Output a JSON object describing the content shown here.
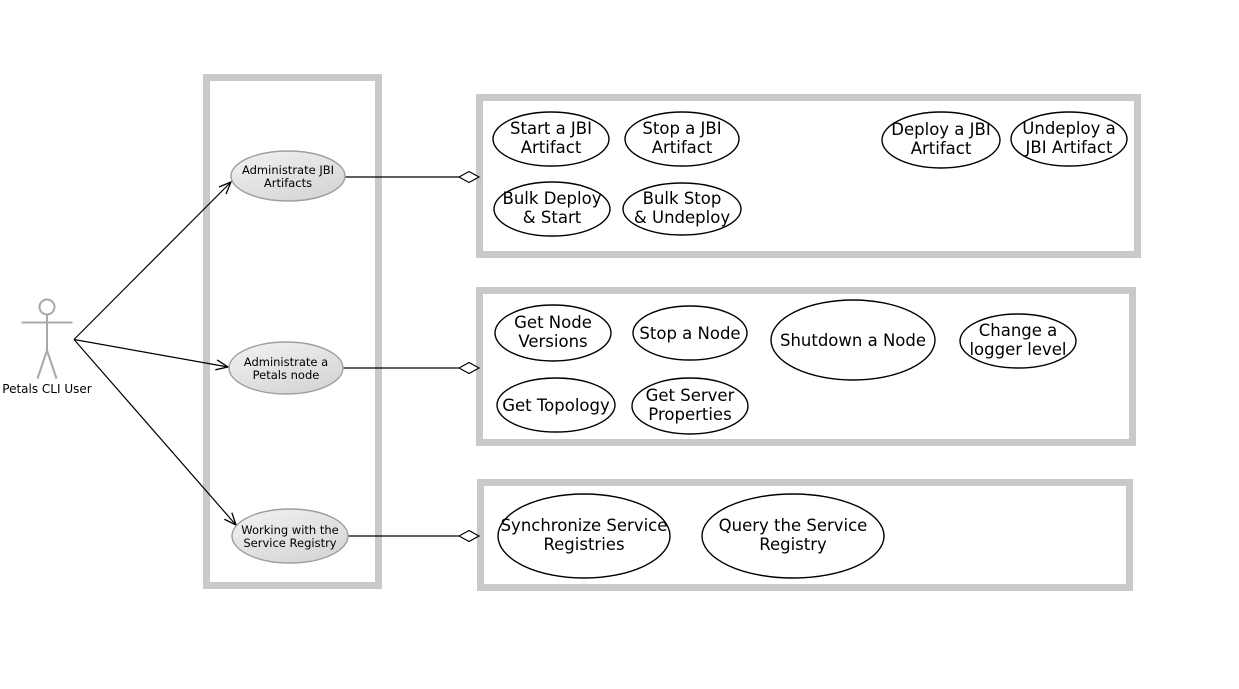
{
  "actor": {
    "label": "Petals CLI User"
  },
  "hub": {
    "admin_jbi": {
      "line1": "Administrate JBI",
      "line2": "Artifacts"
    },
    "admin_node": {
      "line1": "Administrate a",
      "line2": "Petals node"
    },
    "registry": {
      "line1": "Working with the",
      "line2": "Service Registry"
    }
  },
  "jbi_group": {
    "start": {
      "line1": "Start a JBI",
      "line2": "Artifact"
    },
    "stop": {
      "line1": "Stop a JBI",
      "line2": "Artifact"
    },
    "deploy": {
      "line1": "Deploy a JBI",
      "line2": "Artifact"
    },
    "undeploy": {
      "line1": "Undeploy a",
      "line2": "JBI Artifact"
    },
    "bulk_deploy": {
      "line1": "Bulk Deploy",
      "line2": "& Start"
    },
    "bulk_stop": {
      "line1": "Bulk Stop",
      "line2": "& Undeploy"
    }
  },
  "node_group": {
    "get_node_versions": {
      "line1": "Get Node",
      "line2": "Versions"
    },
    "stop_node": {
      "line1": "Stop a Node"
    },
    "shutdown_node": {
      "line1": "Shutdown a Node"
    },
    "change_logger": {
      "line1": "Change a",
      "line2": "logger level"
    },
    "get_topology": {
      "line1": "Get Topology"
    },
    "get_server_properties": {
      "line1": "Get Server",
      "line2": "Properties"
    }
  },
  "registry_group": {
    "sync": {
      "line1": "Synchronize Service",
      "line2": "Registries"
    },
    "query": {
      "line1": "Query the Service",
      "line2": "Registry"
    }
  },
  "colors": {
    "background": "#ffffff",
    "group_border": "#c9c9c9",
    "hub_fill_light": "#f2f2f2",
    "hub_fill_dark": "#d6d6d6",
    "hub_border": "#9e9e9e",
    "usecase_border": "#000000",
    "actor_stroke": "#a8a8a8",
    "connector": "#000000"
  }
}
